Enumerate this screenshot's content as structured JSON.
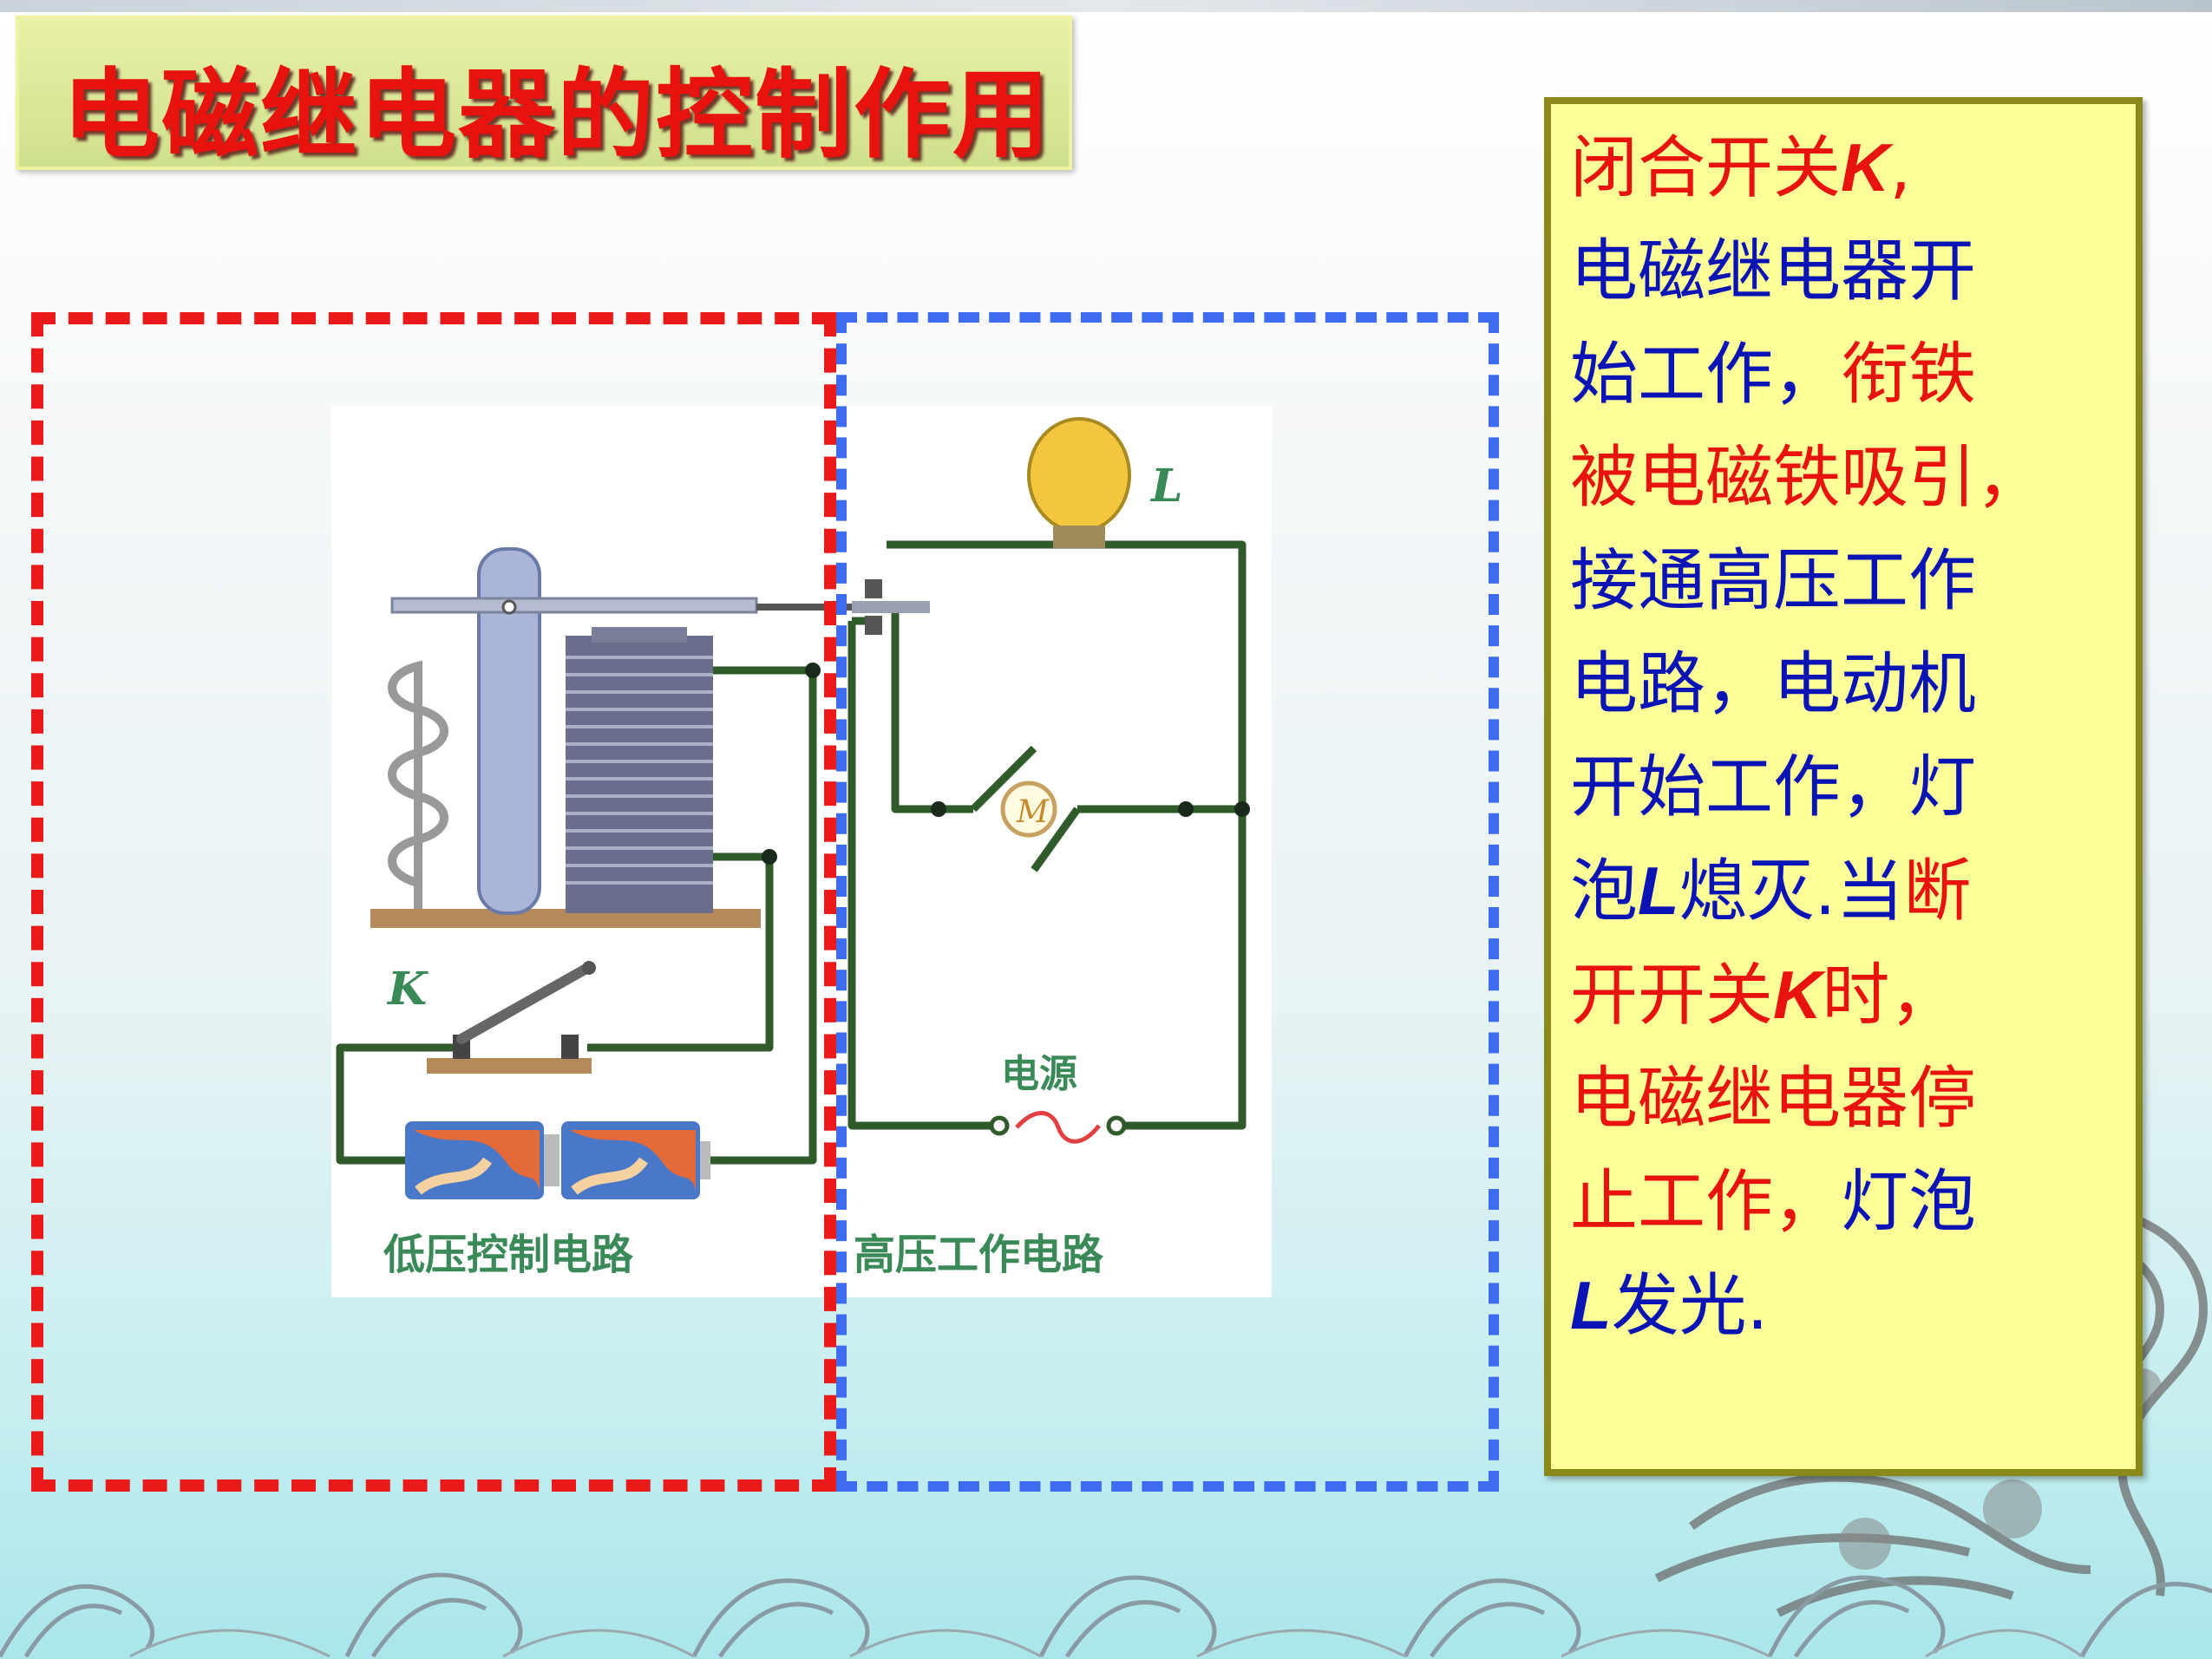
{
  "slide": {
    "title": "电磁继电器的控制作用"
  },
  "diagram": {
    "lamp_label": "L",
    "motor_label": "M",
    "switch_label": "K",
    "power_label": "电源",
    "low_voltage_label": "低压控制电路",
    "high_voltage_label": "高压工作电路"
  },
  "explanation": {
    "lines": [
      [
        {
          "t": "闭合开关",
          "c": "r"
        },
        {
          "t": "K",
          "c": "r",
          "k": true
        },
        {
          "t": ",",
          "c": "r"
        }
      ],
      [
        {
          "t": "电磁继电器开",
          "c": "b"
        }
      ],
      [
        {
          "t": "始工作，",
          "c": "b"
        },
        {
          "t": "衔铁",
          "c": "r"
        }
      ],
      [
        {
          "t": "被电磁铁吸引，",
          "c": "r"
        }
      ],
      [
        {
          "t": "接通高压工作",
          "c": "b"
        }
      ],
      [
        {
          "t": "电路，电动机",
          "c": "b"
        }
      ],
      [
        {
          "t": "开始工作，灯",
          "c": "b"
        }
      ],
      [
        {
          "t": "泡",
          "c": "b"
        },
        {
          "t": "L",
          "c": "b",
          "k": true
        },
        {
          "t": "熄灭.当",
          "c": "b"
        },
        {
          "t": "断",
          "c": "r"
        }
      ],
      [
        {
          "t": "开开关",
          "c": "r"
        },
        {
          "t": "K",
          "c": "r",
          "k": true
        },
        {
          "t": "时，",
          "c": "r"
        }
      ],
      [
        {
          "t": "电磁继电器停",
          "c": "r"
        }
      ],
      [
        {
          "t": "止工作，",
          "c": "r"
        },
        {
          "t": "灯泡",
          "c": "b"
        }
      ],
      [
        {
          "t": "L",
          "c": "b",
          "k": true
        },
        {
          "t": "发光.",
          "c": "b"
        }
      ]
    ]
  },
  "colors": {
    "red": "#e8120e",
    "blue": "#0a14b4",
    "wire": "#2f5a2a",
    "box_fill": "#ffff99"
  }
}
